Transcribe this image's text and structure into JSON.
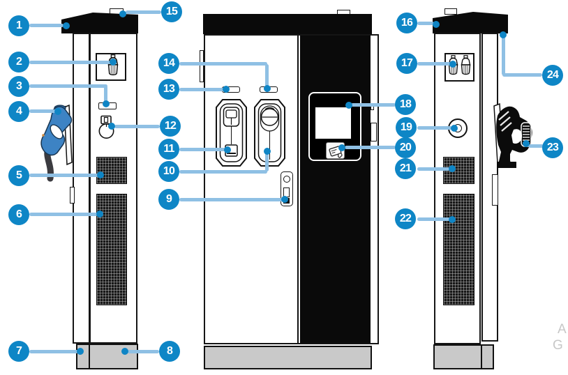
{
  "figure": {
    "subject": "ev-fast-charger-parts-diagram",
    "views": [
      "left-side-view",
      "front-view",
      "right-side-view"
    ]
  },
  "colors": {
    "callout_fill": "#0e86c6",
    "leader_line": "#8fc0e4",
    "leader_dot": "#0f85c5",
    "cabinet_dark": "#0a0a0a",
    "base_gray": "#c9c9c9",
    "plug_blue": "#3d83c4",
    "watermark_gray": "#c7c7c7"
  },
  "watermark": {
    "line1": "A",
    "line2": "G"
  },
  "callouts": [
    {
      "number": "1",
      "target": "top-cover-left-unit"
    },
    {
      "number": "2",
      "target": "cable-gland-left-unit"
    },
    {
      "number": "3",
      "target": "side-indicator-slot"
    },
    {
      "number": "4",
      "target": "holstered-charging-plug-left"
    },
    {
      "number": "5",
      "target": "upper-air-vent-left-unit"
    },
    {
      "number": "6",
      "target": "lower-air-vent-left-unit"
    },
    {
      "number": "7",
      "target": "base-front-left-unit"
    },
    {
      "number": "8",
      "target": "base-left-unit"
    },
    {
      "number": "9",
      "target": "door-handle"
    },
    {
      "number": "10",
      "target": "connector-holster-right"
    },
    {
      "number": "11",
      "target": "connector-holster-left"
    },
    {
      "number": "12",
      "target": "cable-hook"
    },
    {
      "number": "13",
      "target": "status-indicator-left"
    },
    {
      "number": "14",
      "target": "status-indicator-right"
    },
    {
      "number": "15",
      "target": "lifting-lug-left-unit"
    },
    {
      "number": "16",
      "target": "top-cover-right-unit"
    },
    {
      "number": "17",
      "target": "cable-glands-right-unit"
    },
    {
      "number": "18",
      "target": "display-screen"
    },
    {
      "number": "19",
      "target": "side-button"
    },
    {
      "number": "20",
      "target": "rfid-reader"
    },
    {
      "number": "21",
      "target": "upper-air-vent-right-unit"
    },
    {
      "number": "22",
      "target": "lower-air-vent-right-unit"
    },
    {
      "number": "23",
      "target": "holstered-charging-plug-right"
    },
    {
      "number": "24",
      "target": "top-cover-edge-right-unit"
    }
  ]
}
